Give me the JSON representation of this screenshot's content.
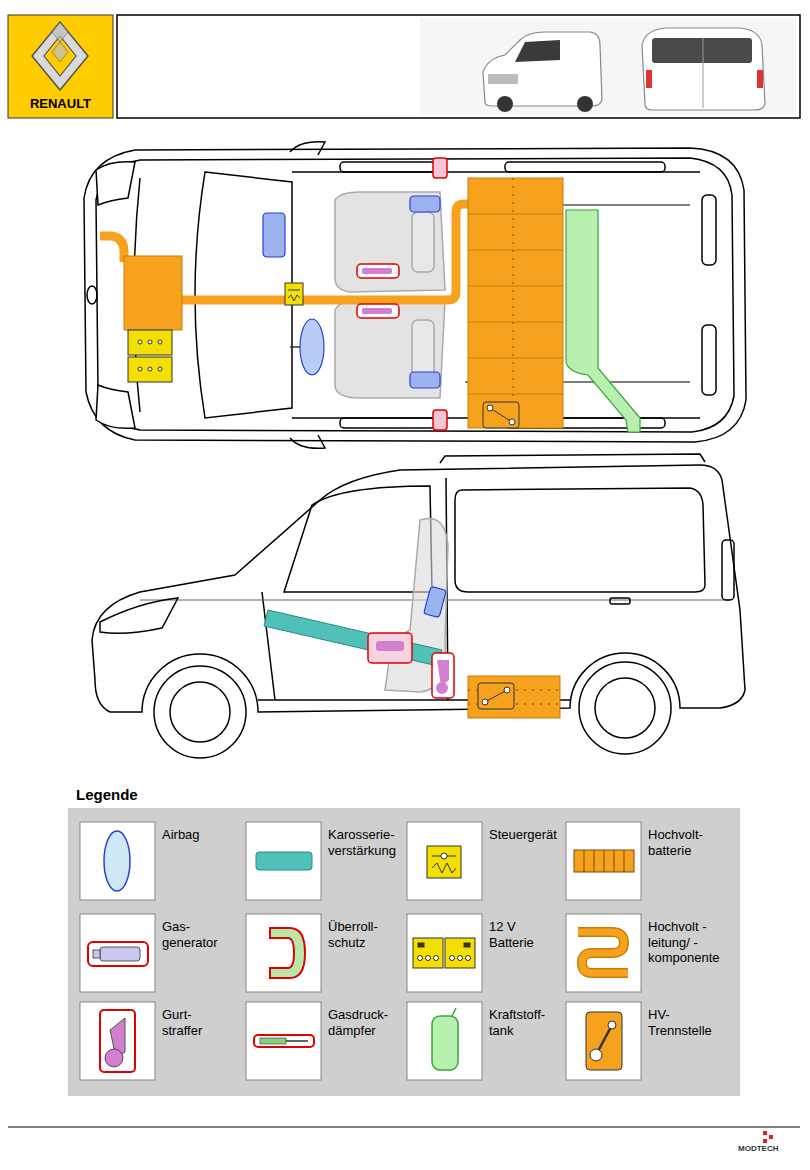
{
  "diagram": {
    "labels": [
      "RENAULT",
      "Legende",
      "MODTECH"
    ],
    "legend": [
      {
        "text": "Airbag"
      },
      {
        "text": "Karosserie- verstärkung"
      },
      {
        "text": "Steuergerät"
      },
      {
        "text": "Hochvolt- batterie"
      },
      {
        "text": "Gas- generator"
      },
      {
        "text": "Überroll- schutz"
      },
      {
        "text": "12 V Batterie"
      },
      {
        "text": "Hochvolt -leitung/ -komponente"
      },
      {
        "text": "Gurt- straffer"
      },
      {
        "text": "Gasdruck- dämpfer"
      },
      {
        "text": "Kraftstoff- tank"
      },
      {
        "text": "HV- Trennstelle"
      }
    ]
  }
}
